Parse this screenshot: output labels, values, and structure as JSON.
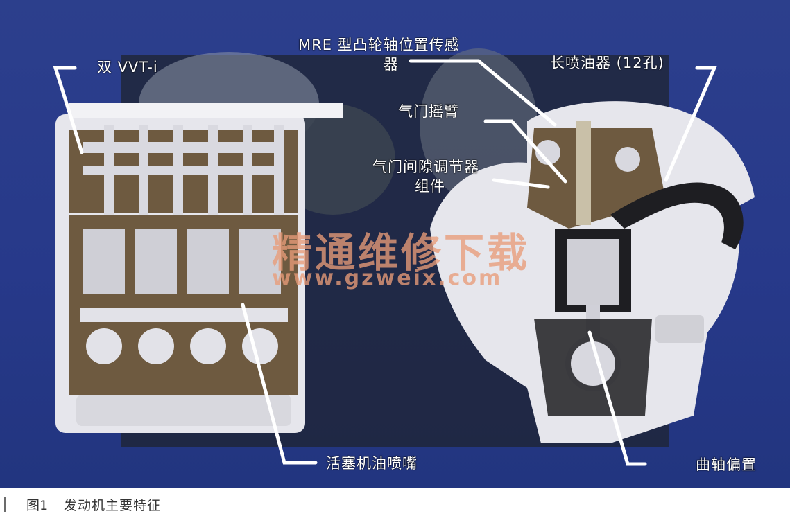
{
  "labels": {
    "dual_vvti": "双 VVT-i",
    "mre_sensor_line1": "MRE 型凸轮轴位置传感",
    "mre_sensor_line2": "器",
    "long_injector": "长喷油器 (12孔)",
    "rocker_arm": "气门摇臂",
    "lash_adjuster_line1": "气门间隙调节器",
    "lash_adjuster_line2": "组件",
    "piston_oil_jet": "活塞机油喷嘴",
    "crank_offset": "曲轴偏置"
  },
  "watermark": {
    "chinese": "精通维修下载",
    "url": "www.gzweix.com"
  },
  "caption": {
    "number": "图1",
    "text": "发动机主要特征"
  },
  "colors": {
    "background": "#2c3f8c",
    "engine_light": "#e9e9ee",
    "engine_dark": "#6e5a40",
    "watermark": "#e89b78",
    "leader_line": "#ffffff"
  }
}
